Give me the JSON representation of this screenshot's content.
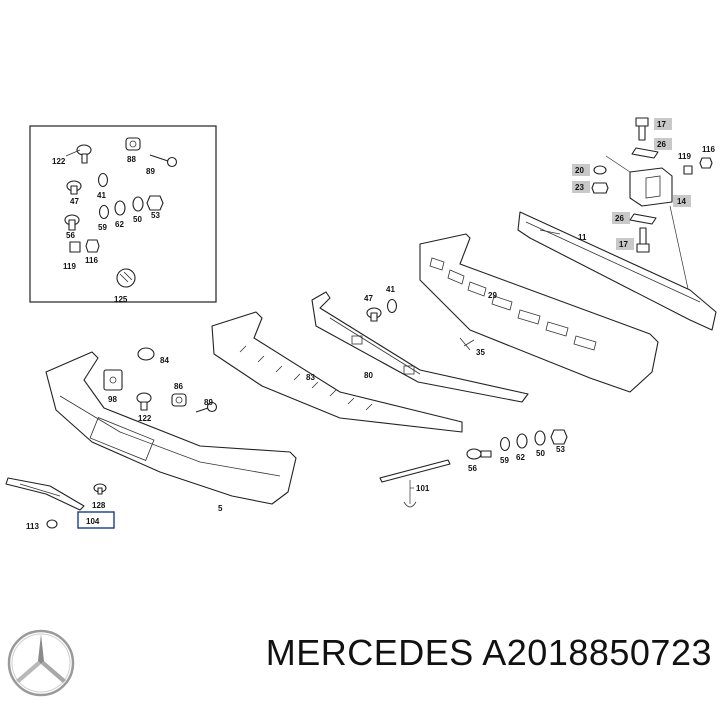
{
  "caption": {
    "brand": "MERCEDES",
    "part_number": "A2018850723"
  },
  "callouts": {
    "c122a": "122",
    "c88a": "88",
    "c89a": "89",
    "c47a": "47",
    "c41a": "41",
    "c56a": "56",
    "c59a": "59",
    "c62a": "62",
    "c50a": "50",
    "c53a": "53",
    "c119a": "119",
    "c116a": "116",
    "c125": "125",
    "c17a": "17",
    "c26a": "26",
    "c119b": "119",
    "c116b": "116",
    "c20": "20",
    "c23": "23",
    "c14": "14",
    "c26b": "26",
    "c17b": "17",
    "c11": "11",
    "c47b": "47",
    "c41b": "41",
    "c29": "29",
    "c35": "35",
    "c84": "84",
    "c98": "98",
    "c86": "86",
    "c89b": "89",
    "c122b": "122",
    "c83": "83",
    "c80": "80",
    "c56b": "56",
    "c59b": "59",
    "c62b": "62",
    "c50b": "50",
    "c53b": "53",
    "c101": "101",
    "c5": "5",
    "c128": "128",
    "c113": "113",
    "c104": "104"
  },
  "colors": {
    "callout_highlight": "#c8c8c8",
    "callout_box_blue": "#1a3a8a",
    "line": "#222222"
  }
}
